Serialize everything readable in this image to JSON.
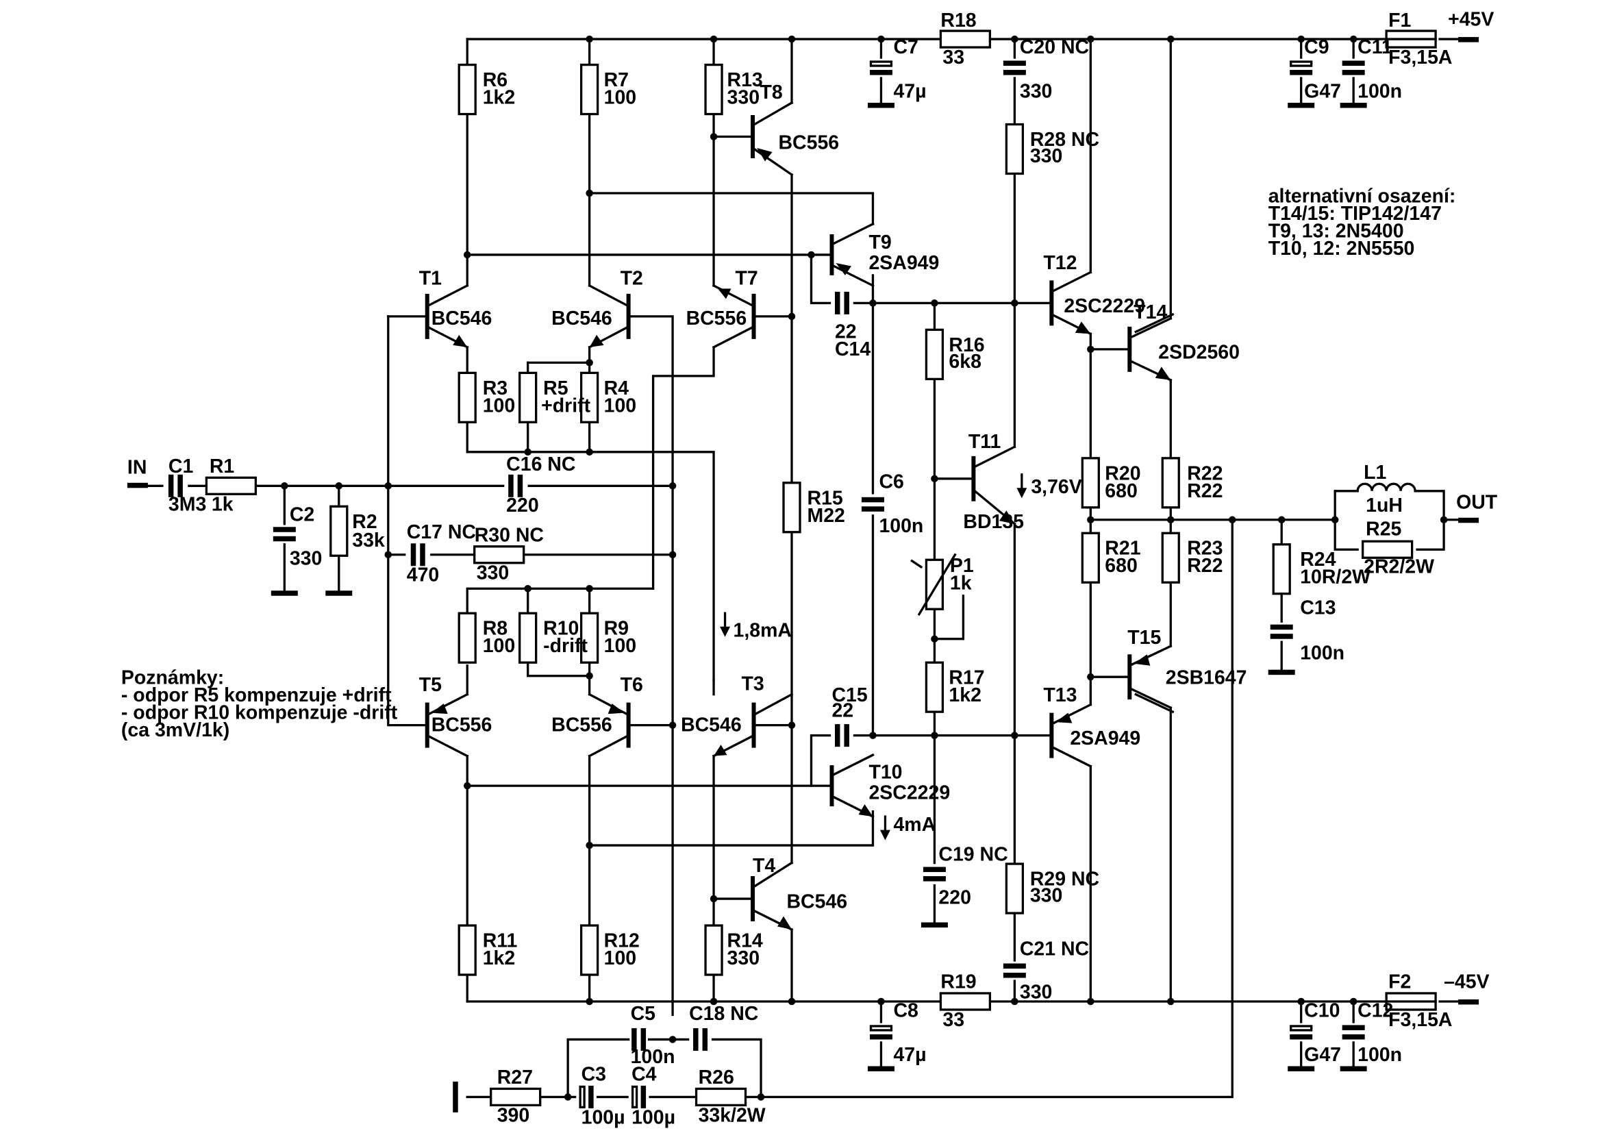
{
  "components": {
    "R1": {
      "ref": "R1",
      "value": "1k"
    },
    "R2": {
      "ref": "R2",
      "value": "33k"
    },
    "R3": {
      "ref": "R3",
      "value": "100"
    },
    "R4": {
      "ref": "R4",
      "value": "100"
    },
    "R5": {
      "ref": "R5",
      "value": "+drift"
    },
    "R6": {
      "ref": "R6",
      "value": "1k2"
    },
    "R7": {
      "ref": "R7",
      "value": "100"
    },
    "R8": {
      "ref": "R8",
      "value": "100"
    },
    "R9": {
      "ref": "R9",
      "value": "100"
    },
    "R10": {
      "ref": "R10",
      "value": "-drift"
    },
    "R11": {
      "ref": "R11",
      "value": "1k2"
    },
    "R12": {
      "ref": "R12",
      "value": "100"
    },
    "R13": {
      "ref": "R13",
      "value": "330"
    },
    "R14": {
      "ref": "R14",
      "value": "330"
    },
    "R15": {
      "ref": "R15",
      "value": "M22"
    },
    "R16": {
      "ref": "R16",
      "value": "6k8"
    },
    "R17": {
      "ref": "R17",
      "value": "1k2"
    },
    "R18": {
      "ref": "R18",
      "value": "33"
    },
    "R19": {
      "ref": "R19",
      "value": "33"
    },
    "R20": {
      "ref": "R20",
      "value": "680"
    },
    "R21": {
      "ref": "R21",
      "value": "680"
    },
    "R22": {
      "ref": "R22",
      "value": "R22"
    },
    "R23": {
      "ref": "R23",
      "value": "R22"
    },
    "R24": {
      "ref": "R24",
      "value": "10R/2W"
    },
    "R25": {
      "ref": "R25",
      "value": "2R2/2W"
    },
    "R26": {
      "ref": "R26",
      "value": "33k/2W"
    },
    "R27": {
      "ref": "R27",
      "value": "390"
    },
    "R28": {
      "ref": "R28 NC",
      "value": "330"
    },
    "R29": {
      "ref": "R29 NC",
      "value": "330"
    },
    "R30": {
      "ref": "R30 NC",
      "value": "330"
    },
    "P1": {
      "ref": "P1",
      "value": "1k"
    },
    "C1": {
      "ref": "C1",
      "value": "3M3"
    },
    "C2": {
      "ref": "C2",
      "value": "330"
    },
    "C3": {
      "ref": "C3",
      "value": "100µ"
    },
    "C4": {
      "ref": "C4",
      "value": "100µ"
    },
    "C5": {
      "ref": "C5",
      "value": "100n"
    },
    "C6": {
      "ref": "C6",
      "value": "100n"
    },
    "C7": {
      "ref": "C7",
      "value": "47µ"
    },
    "C8": {
      "ref": "C8",
      "value": "47µ"
    },
    "C9": {
      "ref": "C9",
      "value": "G47"
    },
    "C10": {
      "ref": "C10",
      "value": "G47"
    },
    "C11": {
      "ref": "C11",
      "value": "100n"
    },
    "C12": {
      "ref": "C12",
      "value": "100n"
    },
    "C13": {
      "ref": "C13",
      "value": "100n"
    },
    "C14": {
      "ref": "C14",
      "value": "22"
    },
    "C15": {
      "ref": "C15",
      "value": "22"
    },
    "C16": {
      "ref": "C16 NC",
      "value": "220"
    },
    "C17": {
      "ref": "C17 NC",
      "value": "470"
    },
    "C18": {
      "ref": "C18 NC",
      "value": ""
    },
    "C19": {
      "ref": "C19 NC",
      "value": "220"
    },
    "C20": {
      "ref": "C20 NC",
      "value": "330"
    },
    "C21": {
      "ref": "C21 NC",
      "value": "330"
    },
    "L1": {
      "ref": "L1",
      "value": "1uH"
    },
    "F1": {
      "ref": "F1",
      "value": "F3,15A"
    },
    "F2": {
      "ref": "F2",
      "value": "F3,15A"
    }
  },
  "transistors": {
    "T1": {
      "ref": "T1",
      "type": "BC546"
    },
    "T2": {
      "ref": "T2",
      "type": "BC546"
    },
    "T3": {
      "ref": "T3",
      "type": "BC546"
    },
    "T4": {
      "ref": "T4",
      "type": "BC546"
    },
    "T5": {
      "ref": "T5",
      "type": "BC556"
    },
    "T6": {
      "ref": "T6",
      "type": "BC556"
    },
    "T7": {
      "ref": "T7",
      "type": "BC556"
    },
    "T8": {
      "ref": "T8",
      "type": "BC556"
    },
    "T9": {
      "ref": "T9",
      "type": "2SA949"
    },
    "T10": {
      "ref": "T10",
      "type": "2SC2229"
    },
    "T11": {
      "ref": "T11",
      "type": "BD135"
    },
    "T12": {
      "ref": "T12",
      "type": "2SC2229"
    },
    "T13": {
      "ref": "T13",
      "type": "2SA949"
    },
    "T14": {
      "ref": "T14",
      "type": "2SD2560"
    },
    "T15": {
      "ref": "T15",
      "type": "2SB1647"
    }
  },
  "rails": {
    "positive": "+45V",
    "negative": "–45V"
  },
  "ports": {
    "input": "IN",
    "output": "OUT"
  },
  "measurements": {
    "m1": "1,8mA",
    "m2": "4mA",
    "m3": "3,76V"
  },
  "notes": {
    "title": "Poznámky:",
    "lines": [
      "- odpor R5 kompenzuje +drift",
      "- odpor R10 kompenzuje -drift",
      "(ca 3mV/1k)"
    ]
  },
  "alternatives": {
    "title": "alternativní osazení:",
    "lines": [
      "T14/15: TIP142/147",
      "T9, 13: 2N5400",
      "T10, 12: 2N5550"
    ]
  }
}
